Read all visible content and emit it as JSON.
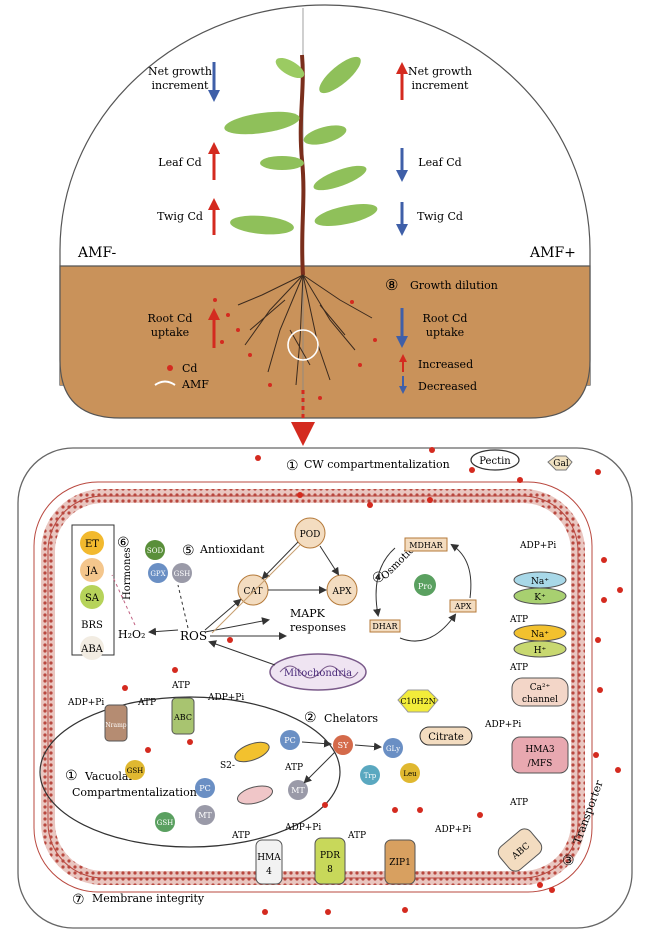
{
  "top": {
    "left_side_label": "AMF-",
    "right_side_label": "AMF+",
    "left_traits": [
      "Net growth increment",
      "Leaf Cd",
      "Twig Cd"
    ],
    "right_traits": [
      "Net growth increment",
      "Leaf Cd",
      "Twig Cd"
    ],
    "soil": {
      "root_uptake_left": "Root Cd uptake",
      "root_uptake_right": "Root Cd uptake",
      "growth_dilution_num": "⑧",
      "growth_dilution": "Growth dilution",
      "legend_cd": "Cd",
      "legend_amf": "AMF",
      "legend_increased": "Increased",
      "legend_decreased": "Decreased"
    }
  },
  "cell": {
    "cw_num": "①",
    "cw_label": "CW compartmentalization",
    "pectin": "Pectin",
    "gal": "Gal",
    "hormones_num": "⑥",
    "hormones": "Hormones",
    "hormone_list": [
      "ET",
      "JA",
      "SA",
      "BRS",
      "ABA"
    ],
    "antioxidant_num": "⑤",
    "antioxidant": "Antioxidant",
    "enzymes": {
      "sod": "SOD",
      "pod": "POD",
      "cat": "CAT",
      "gsh": "GSH",
      "gpx": "GPX",
      "apx_small": "APX"
    },
    "h2o2": "H₂O₂",
    "ros": "ROS",
    "mapk": "MAPK responses",
    "mitochondria": "Mitochondria",
    "osmotic_num": "④",
    "osmotic": "Osmotic",
    "mdhar": "MDHAR",
    "pro": "Pro",
    "dhar": "DHAR",
    "apx": "APX",
    "c10h2n": "C10H2N",
    "citrate": "Citrate",
    "chelators_num": "②",
    "chelators": "Chelators",
    "vacuolar_num": "①",
    "vacuolar": "Vacuolar Compartmentalization",
    "chelator_items": {
      "pc": "PC",
      "sy": "SY",
      "gly": "GLy",
      "mt": "MT",
      "pc2": "PC",
      "gsh2": "GSH",
      "trp": "Trp",
      "leu": "Leu",
      "s2": "S2-",
      "mt2": "MT",
      "gsh3": "GSH"
    },
    "vac_transporters": [
      "Nramp",
      "ABC"
    ],
    "atp": "ATP",
    "adp_pi": "ADP+Pi",
    "membrane_num": "⑦",
    "membrane": "Membrane integrity",
    "transporter_num": "③",
    "transporter": "Transporter",
    "channels": [
      {
        "label": "Na⁺ K⁺"
      },
      {
        "label": "Na⁺ H⁺"
      },
      {
        "label": "Ca²⁺ channel"
      },
      {
        "label": "HMA3 /MFS"
      }
    ],
    "bottom_transporters": [
      "HMA 4",
      "PDR 8",
      "ZIP1"
    ],
    "abc_corner": "ABC"
  },
  "colors": {
    "soil": "#c9925a",
    "red_arrow": "#d42a1f",
    "blue_arrow": "#3f5fa8",
    "membrane": "#c0504a"
  }
}
